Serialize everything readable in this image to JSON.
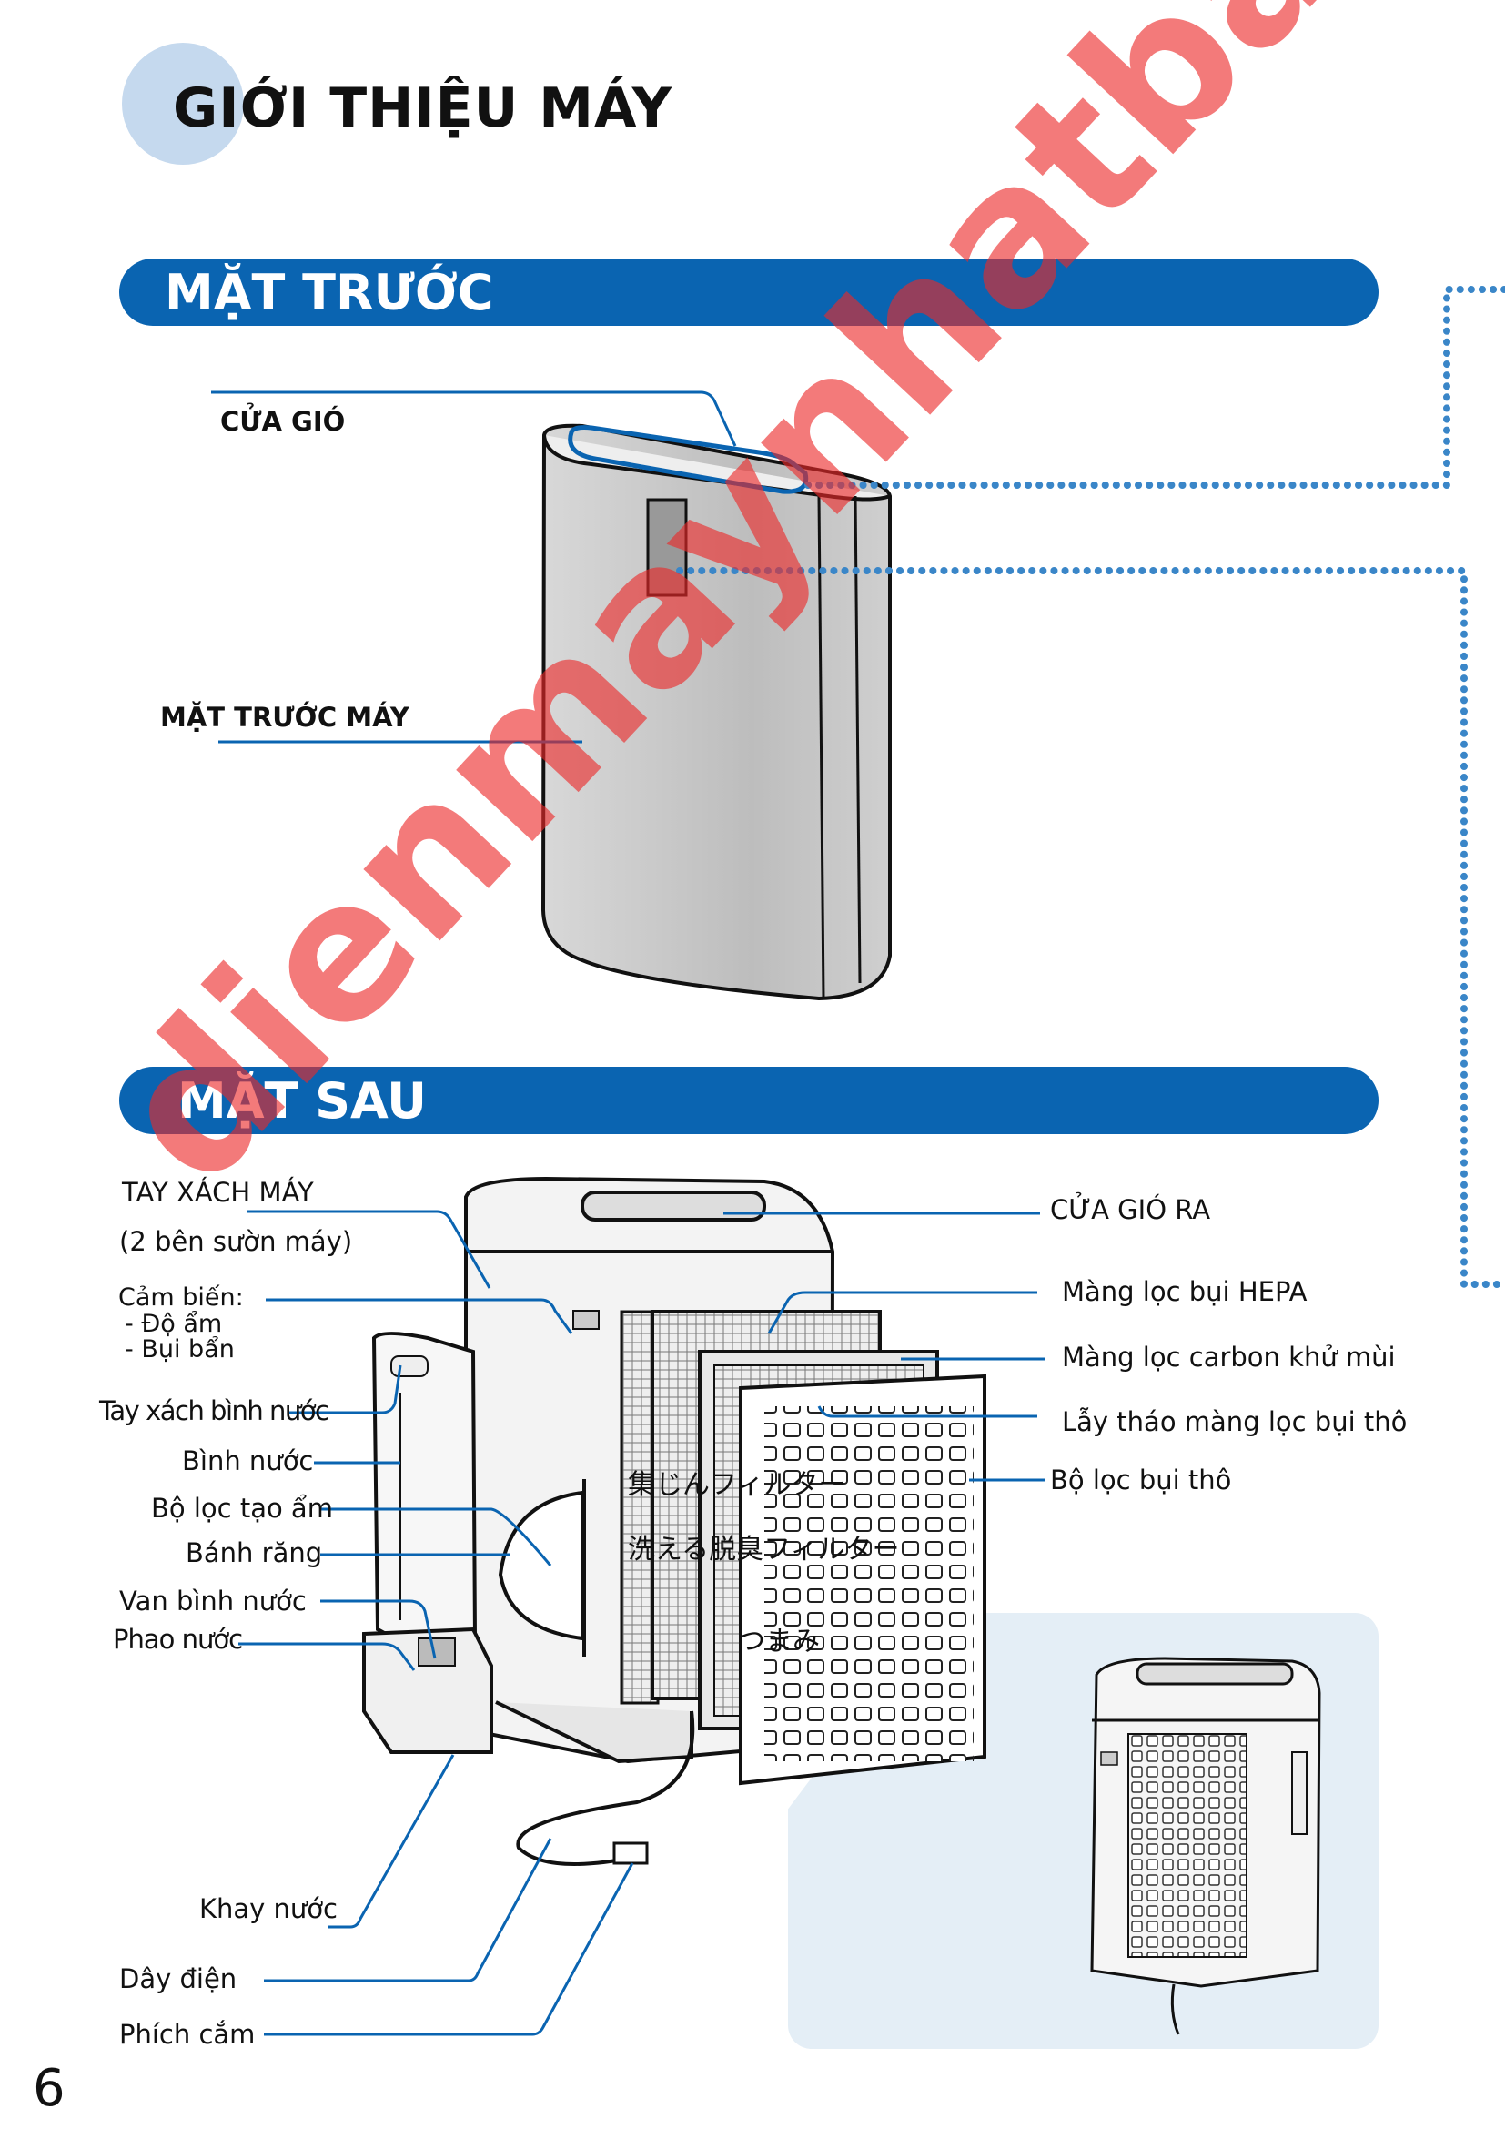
{
  "page_title": "GIỚI THIỆU MÁY",
  "sections": {
    "front": {
      "heading": "MẶT TRƯỚC",
      "labels": {
        "air_vent": "CỬA GIÓ",
        "front_panel": "MẶT TRƯỚC MÁY"
      }
    },
    "back": {
      "heading": "MẶT SAU",
      "labels": {
        "handle": "TAY XÁCH MÁY",
        "handle_note": "(2 bên sườn máy)",
        "sensor": "Cảm biến:",
        "sensor_humidity": "- Độ ẩm",
        "sensor_dust": "- Bụi bẩn",
        "tank_handle": "Tay xách bình nước",
        "water_tank": "Bình nước",
        "humidifier_filter": "Bộ lọc tạo ẩm",
        "gear": "Bánh răng",
        "tank_valve": "Van bình nước",
        "float": "Phao nước",
        "water_tray": "Khay nước",
        "power_cord": "Dây điện",
        "plug": "Phích cắm",
        "air_outlet": "CỬA GIÓ RA",
        "hepa_filter": "Màng lọc bụi HEPA",
        "carbon_filter": "Màng lọc carbon khử mùi",
        "prefilter_tab": "Lẫy tháo màng lọc bụi thô",
        "prefilter": "Bộ lọc bụi thô"
      },
      "japanese": {
        "dust_filter": "集じんフィルター",
        "washable_deodor": "洗える脱臭フィルター",
        "knob": "つまみ"
      }
    }
  },
  "page_number": "6",
  "watermark": "dienmaynhatbai.com",
  "colors": {
    "accent": "#0a64b1",
    "circle": "#c5d9ee",
    "inset": "#e4eef6",
    "dots": "#3a86c8"
  }
}
